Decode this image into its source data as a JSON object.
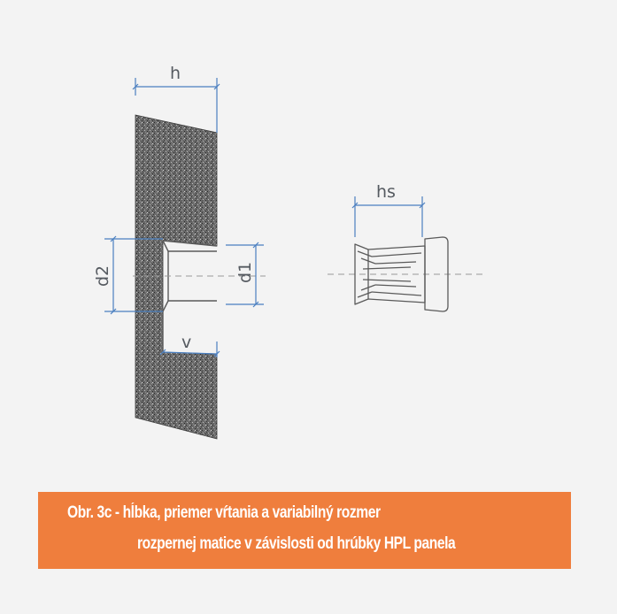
{
  "dimensions": {
    "h": "h",
    "hs": "hs",
    "d1": "d1",
    "d2": "d2",
    "v": "v"
  },
  "caption": {
    "line1": "Obr. 3c - hĺbka, priemer vŕtania a variabilný rozmer",
    "line2": "rozpernej matice v závislosti  od hrúbky HPL panela"
  },
  "colors": {
    "background": "#f3f3f3",
    "caption_background": "#ef7e3d",
    "caption_text": "#ffffff",
    "dimension_line": "#4a7fc0",
    "panel": "#4d4d4d",
    "outline": "#5a5a5a",
    "centerline": "#9a9a9a"
  }
}
